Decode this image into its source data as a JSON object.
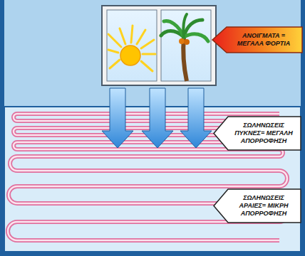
{
  "diagram": {
    "nodes": [
      {
        "text": [
          "ΑΝΟΙΓΜΑΤΑ = ΜΕΓΑΛΑ ΦΟΡΤΙΑ"
        ]
      },
      {
        "text": [
          "ΣΩΛΗΝΩΣΕΙΣ ΠΥΚΝΕΣ= ΜΕΓΑΛΗ ΑΠΟΡΡΟΦΗΣΗ"
        ]
      },
      {
        "text": [
          "ΣΩΛΗΝΩΣΕΙΣ ΑΡΑΙΕΣ= ΜΙΚΡΗ ΑΠΟΡΡΟΦΗΣΗ"
        ]
      }
    ]
  }
}
